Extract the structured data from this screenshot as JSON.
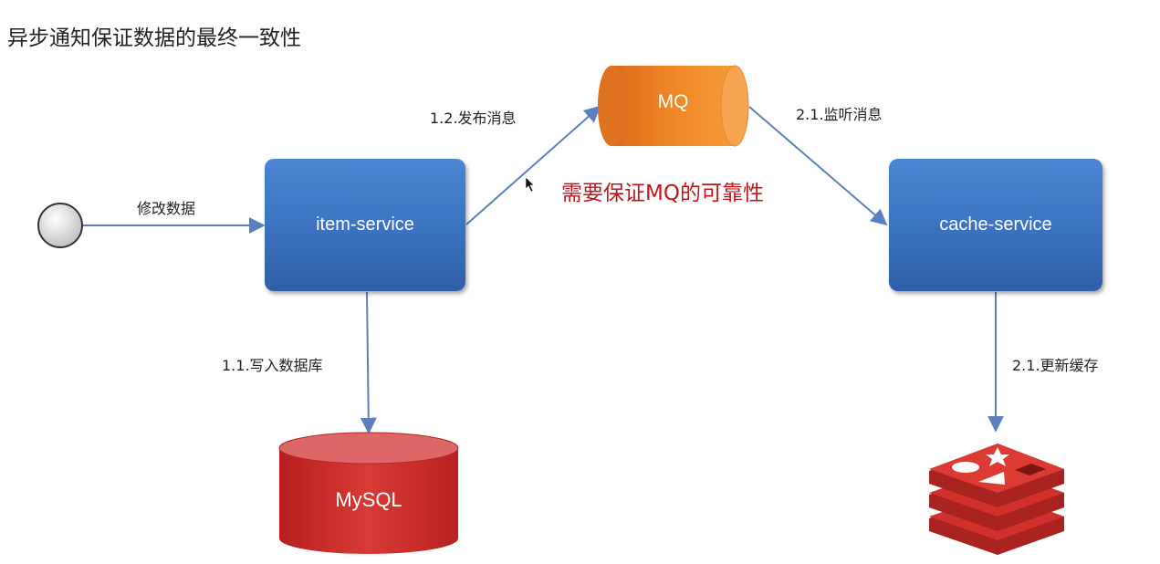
{
  "title": "异步通知保证数据的最终一致性",
  "nodes": {
    "item_service": "item-service",
    "cache_service": "cache-service",
    "mq": "MQ",
    "mysql": "MySQL"
  },
  "edges": {
    "modify": "修改数据",
    "publish": "1.2.发布消息",
    "listen": "2.1.监听消息",
    "write_db": "1.1.写入数据库",
    "update_cache": "2.1.更新缓存"
  },
  "note": "需要保证MQ的可靠性",
  "icons": [
    "start-circle-icon",
    "redis-logo-icon",
    "cursor-icon"
  ],
  "colors": {
    "service_box": "#3a72c0",
    "mq": "#ef8a24",
    "mysql": "#c8292b",
    "redis": "#d0312d",
    "arrow": "#5b7fbf",
    "note": "#c0161a"
  }
}
